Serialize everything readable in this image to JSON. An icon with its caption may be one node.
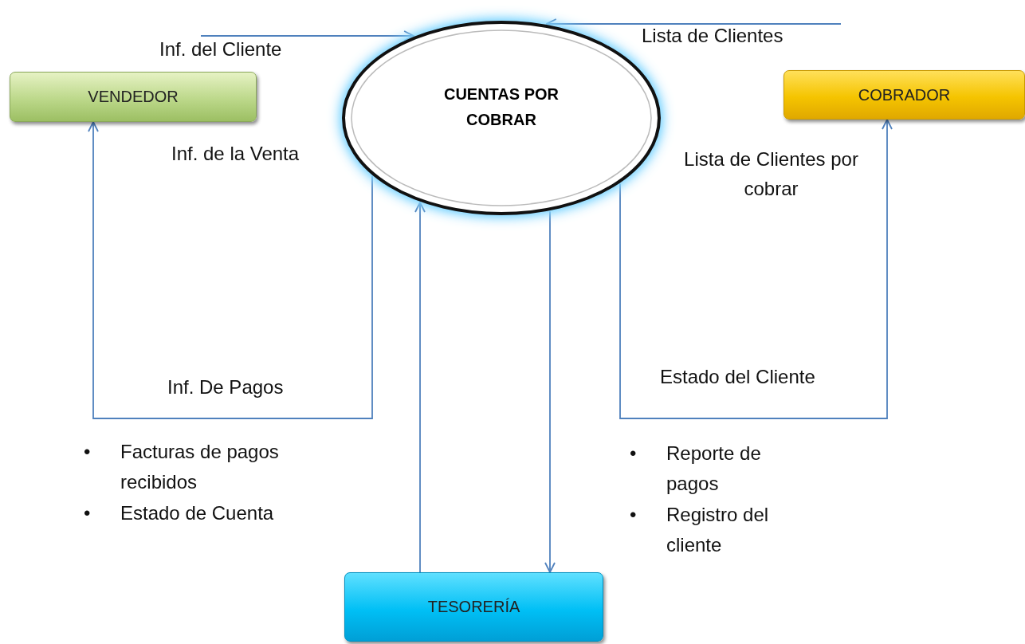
{
  "diagram": {
    "nodes": [
      {
        "text": [
          "VENDEDOR"
        ]
      },
      {
        "text": [
          "CUENTAS POR COBRAR"
        ]
      },
      {
        "text": [
          "COBRADOR"
        ]
      },
      {
        "text": [
          "TESORERÍA"
        ]
      }
    ],
    "edges": [
      {
        "from": null,
        "to": 1,
        "arrow": "to",
        "label": "Inf. del Cliente"
      },
      {
        "from": null,
        "to": 1,
        "arrow": "to",
        "label": "Lista de Clientes"
      },
      {
        "from": 1,
        "to": 0,
        "arrow": "to",
        "label": "Inf. De Pagos"
      },
      {
        "from": 3,
        "to": 1,
        "arrow": "to"
      },
      {
        "from": 1,
        "to": 3,
        "arrow": "to"
      },
      {
        "from": 1,
        "to": 2,
        "arrow": "to",
        "label": "Estado del Cliente"
      }
    ],
    "labels": [
      "Inf. de la Venta",
      "Lista de Clientes por cobrar",
      "•",
      "Facturas de pagos recibidos",
      "•",
      "Estado de Cuenta",
      "•",
      "Reporte de pagos",
      "•",
      "Registro del cliente"
    ]
  }
}
